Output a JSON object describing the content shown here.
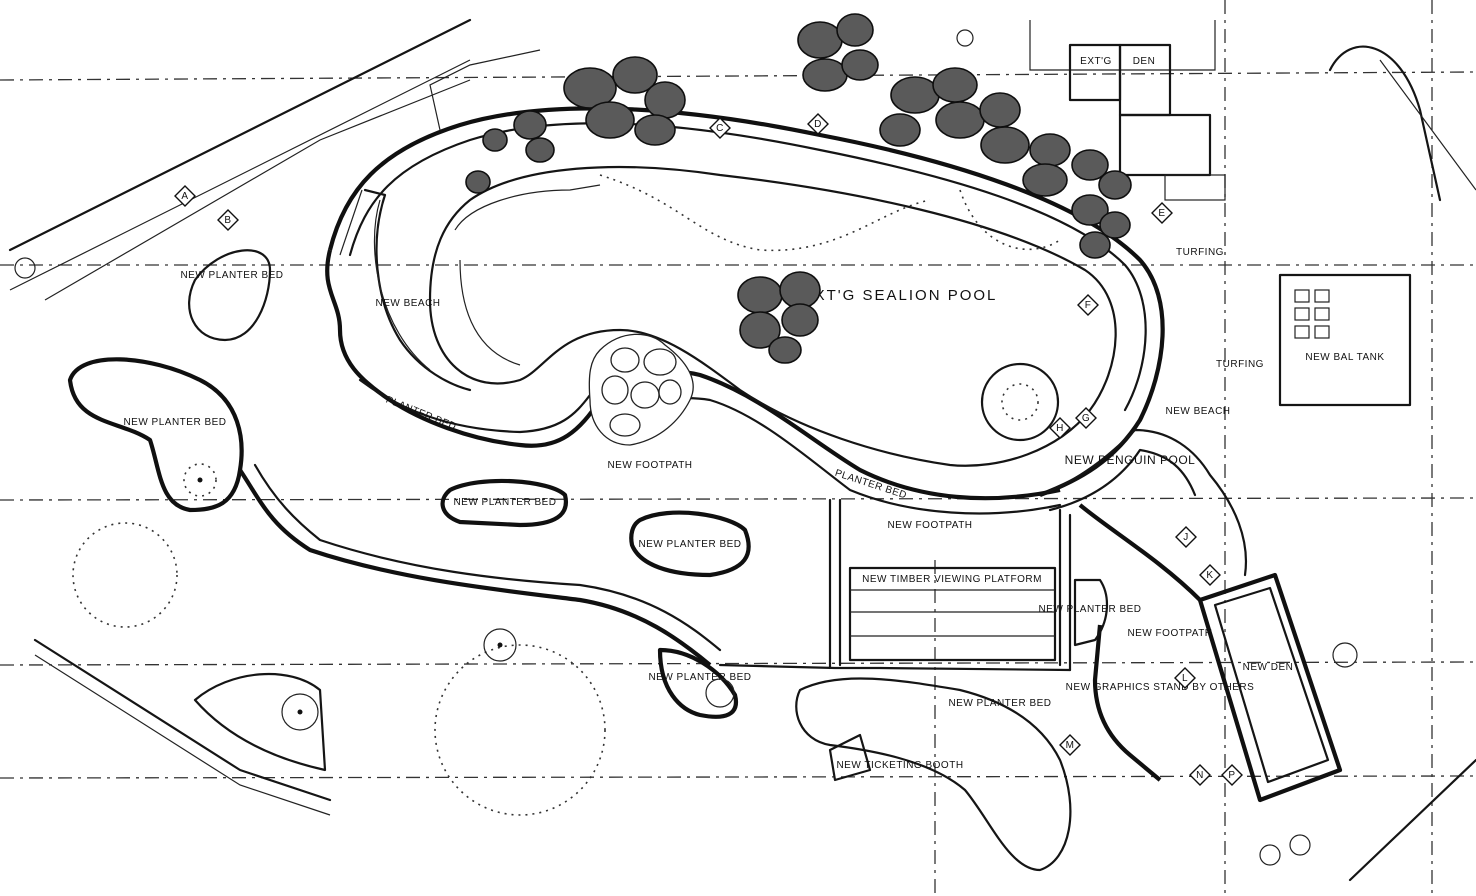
{
  "labels": {
    "sealion_pool": "EXT'G SEALION POOL",
    "new_planter_bed_top": "NEW PLANTER BED",
    "new_planter_bed_left": "NEW PLANTER BED",
    "new_beach_left": "NEW BEACH",
    "new_footpath_center": "NEW FOOTPATH",
    "new_footpath_right": "NEW FOOTPATH",
    "new_footpath_far_right": "NEW FOOTPATH",
    "planter_bed_center": "NEW PLANTER BED",
    "planter_bed_lower": "NEW PLANTER BED",
    "planter_bed_bottom": "NEW PLANTER BED",
    "new_planter_bed_lower_left": "NEW PLANTER BED",
    "new_planter_right": "NEW PLANTER BED",
    "timber_platform": "NEW TIMBER VIEWING PLATFORM",
    "new_graphics_stand": "NEW GRAPHICS STAND BY OTHERS",
    "new_penguin_pool": "NEW PENGUIN POOL",
    "new_beach_right": "NEW BEACH",
    "turfing_top": "TURFING",
    "turfing_right": "TURFING",
    "new_bal_tank": "NEW BAL TANK",
    "new_den": "NEW DEN",
    "new_ticketing_booth": "NEW TICKETING BOOTH",
    "extg_den_1": "EXT'G",
    "extg_den_2": "DEN",
    "planter_arc_text": "PLANTER BED",
    "planter_arc_text_2": "PLANTER BED",
    "new_planter_text_top": "NEW PLANTER BED"
  },
  "tags": [
    "A",
    "B",
    "C",
    "D",
    "E",
    "F",
    "G",
    "H",
    "J",
    "K",
    "L",
    "M",
    "N",
    "P"
  ]
}
